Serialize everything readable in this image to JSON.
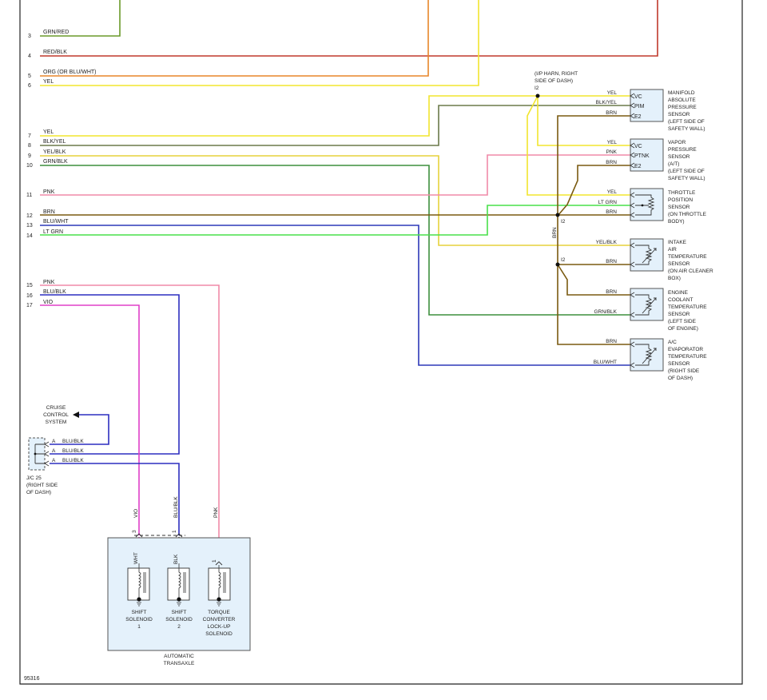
{
  "figure_id": "95316",
  "left_pins": [
    {
      "num": "3",
      "label": "GRN/RED"
    },
    {
      "num": "4",
      "label": "RED/BLK"
    },
    {
      "num": "5",
      "label": "ORG (OR BLU/WHT)"
    },
    {
      "num": "6",
      "label": "YEL"
    },
    {
      "num": "7",
      "label": "YEL"
    },
    {
      "num": "8",
      "label": "BLK/YEL"
    },
    {
      "num": "9",
      "label": "YEL/BLK"
    },
    {
      "num": "10",
      "label": "GRN/BLK"
    },
    {
      "num": "11",
      "label": "PNK"
    },
    {
      "num": "12",
      "label": "BRN"
    },
    {
      "num": "13",
      "label": "BLU/WHT"
    },
    {
      "num": "14",
      "label": "LT GRN"
    },
    {
      "num": "15",
      "label": "PNK"
    },
    {
      "num": "16",
      "label": "BLU/BLK"
    },
    {
      "num": "17",
      "label": "VIO"
    }
  ],
  "splice_ip": {
    "label": [
      "(I/P HARN, RIGHT",
      "SIDE OF DASH)"
    ],
    "id": "I2"
  },
  "splice_ids": [
    "I2",
    "I2"
  ],
  "brn_vertical_label": "BRN",
  "sensors": [
    {
      "name": [
        "MANIFOLD",
        "ABSOLUTE",
        "PRESSURE",
        "SENSOR",
        "(LEFT SIDE OF",
        "SAFETY WALL)"
      ],
      "terminals": [
        "VC",
        "PIM",
        "E2"
      ],
      "wires": [
        "YEL",
        "BLK/YEL",
        "BRN"
      ]
    },
    {
      "name": [
        "VAPOR",
        "PRESSURE",
        "SENSOR",
        "(A/T)",
        "(LEFT SIDE OF",
        "SAFETY WALL)"
      ],
      "terminals": [
        "VC",
        "PTNK",
        "E2"
      ],
      "wires": [
        "YEL",
        "PNK",
        "BRN"
      ]
    },
    {
      "name": [
        "THROTTLE",
        "POSITION",
        "SENSOR",
        "(ON THROTTLE",
        "BODY)"
      ],
      "wires": [
        "YEL",
        "LT GRN",
        "BRN"
      ]
    },
    {
      "name": [
        "INTAKE",
        "AIR",
        "TEMPERATURE",
        "SENSOR",
        "(ON AIR CLEANER",
        "BOX)"
      ],
      "wires": [
        "YEL/BLK",
        "BRN"
      ]
    },
    {
      "name": [
        "ENGINE",
        "COOLANT",
        "TEMPERATURE",
        "SENSOR",
        "(LEFT SIDE",
        "OF ENGINE)"
      ],
      "wires": [
        "BRN",
        "GRN/BLK"
      ]
    },
    {
      "name": [
        "A/C",
        "EVAPORATOR",
        "TEMPERATURE",
        "SENSOR",
        "(RIGHT SIDE",
        "OF DASH)"
      ],
      "wires": [
        "BRN",
        "BLU/WHT"
      ]
    }
  ],
  "cruise": {
    "label": [
      "CRUISE",
      "CONTROL",
      "SYSTEM"
    ]
  },
  "jc": {
    "label": [
      "J/C 25",
      "(RIGHT SIDE",
      "OF DASH)"
    ],
    "pins": [
      {
        "pin": "A",
        "wire": "BLU/BLK"
      },
      {
        "pin": "A",
        "wire": "BLU/BLK"
      },
      {
        "pin": "A",
        "wire": "BLU/BLK"
      }
    ]
  },
  "vertical_wire_labels": [
    "VIO",
    "BLU/BLK",
    "PNK"
  ],
  "transaxle": {
    "label": [
      "AUTOMATIC",
      "TRANSAXLE"
    ],
    "pin_numbers": [
      "3",
      "1",
      "1"
    ],
    "inner_wire_labels": [
      "WHT",
      "BLK"
    ],
    "solenoids": [
      [
        "SHIFT",
        "SOLENOID",
        "1"
      ],
      [
        "SHIFT",
        "SOLENOID",
        "2"
      ],
      [
        "TORQUE",
        "CONVERTER",
        "LOCK-UP",
        "SOLENOID"
      ]
    ]
  },
  "colors": {
    "grn_red": "#6a9a2a",
    "red_blk": "#c0392b",
    "org": "#e8862a",
    "yel": "#f2e52e",
    "blk_yel": "#6b7a4a",
    "yel_blk": "#e6d23c",
    "grn_blk": "#3d8f3d",
    "pnk": "#f08aa8",
    "brn": "#7a5a10",
    "blu_wht": "#2d38b8",
    "lt_grn": "#49e04a",
    "blu_blk": "#2d2ec0",
    "vio": "#e040c8",
    "box_fill": "#e4f1fb"
  }
}
